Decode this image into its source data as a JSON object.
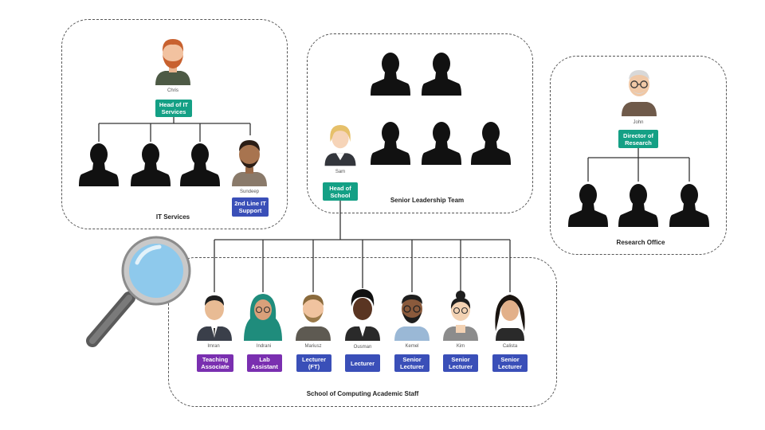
{
  "groups": {
    "it": {
      "title": "IT Services"
    },
    "slt": {
      "title": "Senior Leadership Team"
    },
    "research": {
      "title": "Research Office"
    },
    "academic": {
      "title": "School of Computing Academic Staff"
    }
  },
  "people": {
    "chris": {
      "name": "Chris",
      "role": "Head of IT Services"
    },
    "sundeep": {
      "name": "Sundeep",
      "role": "2nd Line IT Support"
    },
    "sam": {
      "name": "Sam",
      "role": "Head of School"
    },
    "john": {
      "name": "John",
      "role": "Director of Research"
    },
    "imran": {
      "name": "Imran",
      "role": "Teaching Associate"
    },
    "indrani": {
      "name": "Indrani",
      "role": "Lab Assistant"
    },
    "mariusz": {
      "name": "Mariusz",
      "role": "Lecturer (FT)"
    },
    "ousman": {
      "name": "Ousman",
      "role": "Lecturer"
    },
    "kemel": {
      "name": "Kemel",
      "role": "Senior Lecturer"
    },
    "kim": {
      "name": "Kim",
      "role": "Senior Lecturer"
    },
    "calista": {
      "name": "Calista",
      "role": "Senior Lecturer"
    }
  },
  "colors": {
    "teal": "#14a085",
    "blue": "#3a4fb8",
    "purple": "#7a2fb0"
  },
  "icons": [
    "silhouette-icon",
    "avatar-icon",
    "magnifying-glass-icon"
  ]
}
